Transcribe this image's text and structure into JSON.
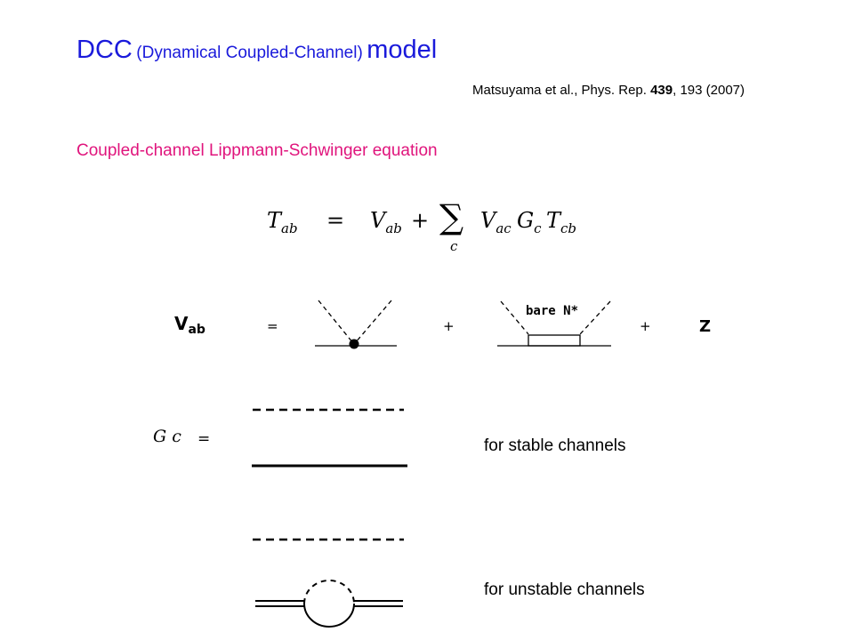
{
  "title": {
    "main": "DCC",
    "paren": "(Dynamical Coupled-Channel)",
    "suffix": "model"
  },
  "reference": {
    "authors": "Matsuyama et al., Phys. Rep.",
    "volume": "439",
    "rest": ", 193 (2007)"
  },
  "subtitle": "Coupled-channel Lippmann-Schwinger equation",
  "equation": {
    "T": "T",
    "T_sub": "ab",
    "equals": "=",
    "V": "V",
    "V_sub": "ab",
    "plus": "+",
    "sigma": "∑",
    "sum_index": "c",
    "V2": "V",
    "V2_sub": "ac",
    "G": "G",
    "G_sub": "c",
    "T2": "T",
    "T2_sub": "cb"
  },
  "potential": {
    "label": "V",
    "label_sub": "ab",
    "equals": "=",
    "plus1": "+",
    "bare_label": "bare N*",
    "plus2": "+",
    "z": "Z"
  },
  "propagator": {
    "label": "G c",
    "equals": "=",
    "stable": "for stable channels",
    "unstable": "for unstable channels"
  }
}
